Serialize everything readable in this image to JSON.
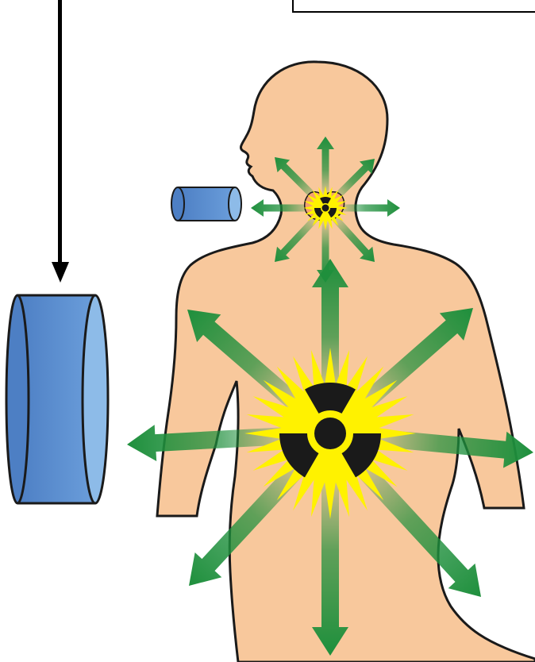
{
  "colors": {
    "skin": "#f8c89c",
    "outline": "#1a1a1a",
    "detector": "#5b8fd0",
    "detector_face": "#8dbbe8",
    "burst": "#fff200",
    "emission": "#1e8f3c",
    "trefoil": "#1a1a1a"
  },
  "icons": {
    "source_symbol": "radiation-trefoil-icon",
    "emission_arrows": "double-headed-arrow-icon"
  },
  "figure": {
    "subject": "human-torso-silhouette",
    "sources": [
      "thyroid",
      "abdomen"
    ],
    "detectors": [
      "small-cylinder-detector",
      "large-cylinder-detector"
    ]
  }
}
